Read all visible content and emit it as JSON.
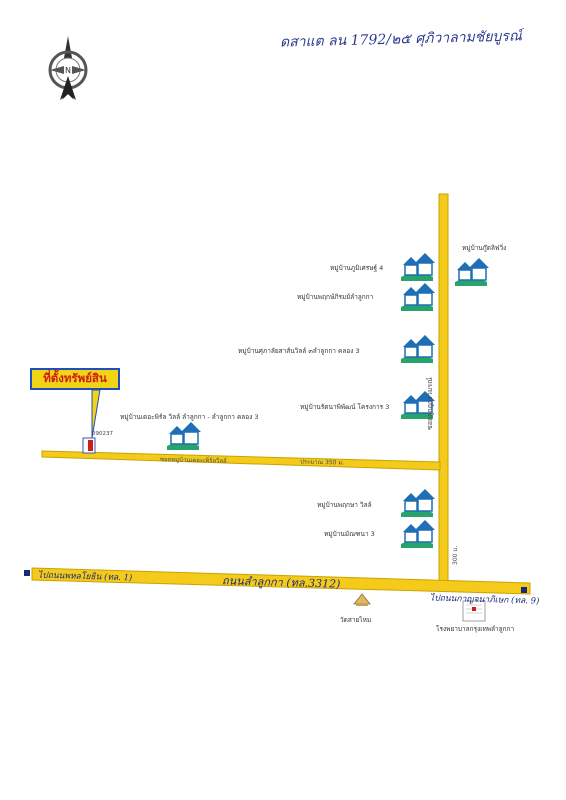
{
  "header": {
    "handwritten_note": "ดสาแต ลน 1792/๒๕ ศุภิวาลามชัยบูรณ์"
  },
  "compass": {
    "label": "N"
  },
  "property": {
    "label": "ที่ตั้งทรัพย์สิน",
    "marker_code": "090237"
  },
  "roads": {
    "main_road": "ถนนลำลูกกา (ทล.3312)",
    "main_road_left_dest": "ไปถนนพหลโยธิน (ทล. 1)",
    "main_road_right_dest": "ไปถนนกาญจนาภิเษก (ทล. 9)",
    "vertical_road": "ซอยลูกถูกรวมรณ์",
    "side_road": "ซอยหมู่บ้านเดอะเพิ่ร์ลวิลล์",
    "side_road_km": "ประมาณ 350 ม.",
    "vertical_km": "300 ม."
  },
  "villages": [
    {
      "name": "หมู่บ้านกู๊ดลิฟวิ่ง"
    },
    {
      "name": "หมู่บ้านภูมิเศรษฐ์ 4"
    },
    {
      "name": "หมู่บ้านพฤกษ์ภิรมย์ลำลูกกา"
    },
    {
      "name": "หมู่บ้านศุภาลัยสาส์นวิลล์ ๓ลำลูกกา คลอง 3"
    },
    {
      "name": "หมู่บ้านรัตนาพิพัฒน์ โครงการ 3"
    },
    {
      "name": "หมู่บ้านเดอะพิร์ล วิลล์ ลำลูกกา - ลำลูกกา คลอง 3"
    },
    {
      "name": "หมู่บ้านพฤกษา วิลล์"
    },
    {
      "name": "หมู่บ้านมัณฑนา 3"
    }
  ],
  "landmarks": {
    "temple": "วัดสายไหม",
    "hospital": "โรงพยาบาลกรุงเทพลำลูกกา"
  },
  "colors": {
    "road_fill": "#f4cb1b",
    "road_edge": "#c9a300",
    "village_blue": "#1e6fb6",
    "village_green": "#28a36b",
    "label_blue": "#1a2a7a"
  }
}
